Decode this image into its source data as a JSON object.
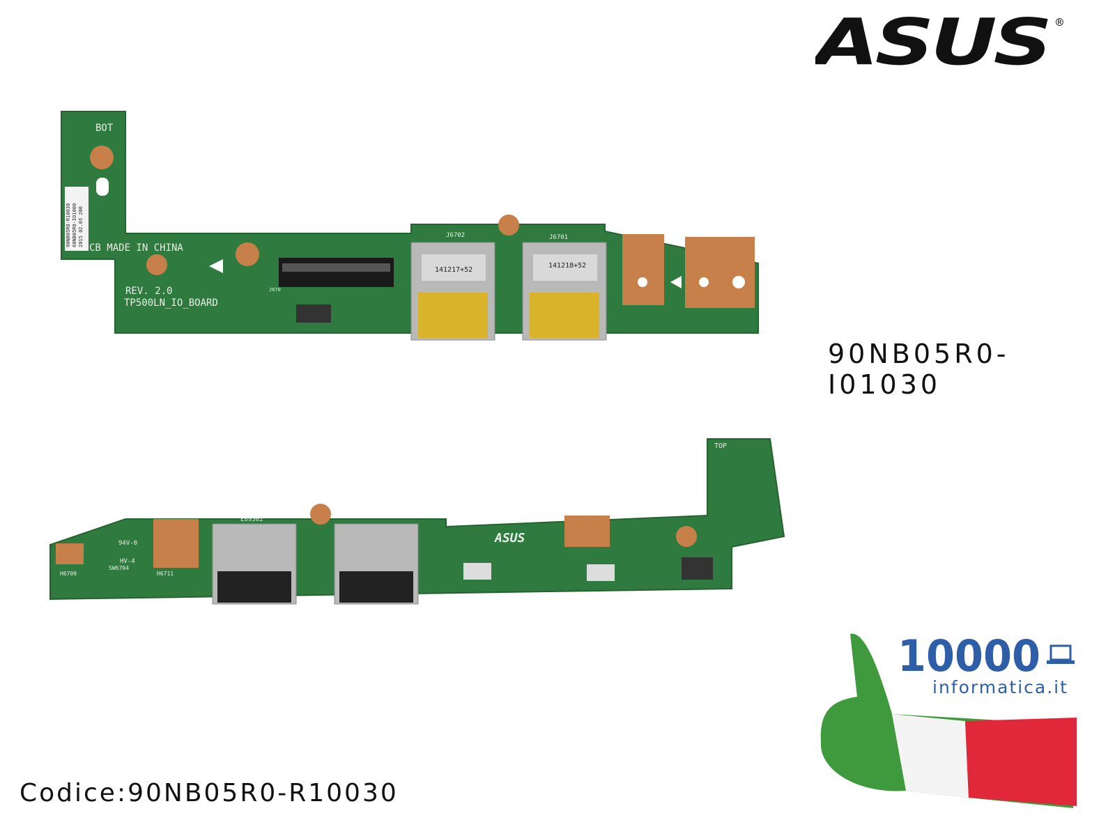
{
  "brand_logo": {
    "text": "ASUS",
    "registered": "®"
  },
  "product": {
    "model_code": "90NB05R0-I01030",
    "codice": "Codice:90NB05R0-R10030"
  },
  "seller_logo": {
    "number": "10000",
    "domain": "informatica.it"
  },
  "board_top": {
    "label_bot": "BOT",
    "made_in": "CB MADE IN CHINA",
    "rev": "REV. 2.0",
    "board_name": "TP500LN_IO_BOARD",
    "connector_1": "J6702",
    "connector_2": "J6701",
    "connector_3": "J670",
    "port_1_code": "141217+52",
    "port_2_code": "141218+52",
    "sticker_lines": [
      "90NB05R0-R10030",
      "60NB05R0-IO1000",
      "2015 02.03  200"
    ]
  },
  "board_bottom": {
    "label_top": "TOP",
    "code": "E89302",
    "rating_1": "94V-0",
    "rating_2": "HV-4",
    "switch": "SW6704",
    "hole_1": "H6709",
    "hole_2": "H6711",
    "brand": "ASUS"
  },
  "colors": {
    "pcb": "#2f7a3e",
    "copper": "#c8804a",
    "asus": "#111111",
    "seller_blue": "#2e5ea8"
  }
}
